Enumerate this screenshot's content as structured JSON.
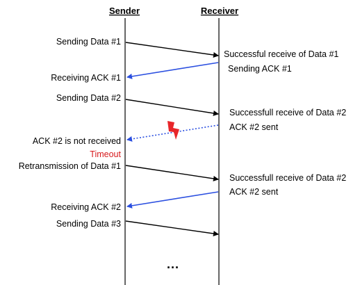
{
  "headers": {
    "sender": "Sender",
    "receiver": "Receiver"
  },
  "sender_labels": {
    "send1": "Sending Data #1",
    "recv_ack1": "Receiving ACK #1",
    "send2": "Sending Data #2",
    "ack2_not_received": "ACK #2 is not received",
    "timeout": "Timeout",
    "retransmit": "Retransmission of Data #1",
    "recv_ack2": "Receiving ACK #2",
    "send3": "Sending Data #3"
  },
  "receiver_labels": {
    "recv1": "Successful receive of Data #1",
    "send_ack1": "Sending ACK #1",
    "recv2": "Successfull receive of Data #2",
    "ack2_sent": "ACK #2 sent",
    "recv2b": "Successfull receive of Data #2",
    "ack2_sent_b": "ACK #2 sent"
  },
  "ellipsis": "...",
  "colors": {
    "data": "#000000",
    "ack": "#2b4fe0",
    "lost": "#2b4fe0",
    "lightning": "#e8262a",
    "timeout": "#d7191c"
  }
}
